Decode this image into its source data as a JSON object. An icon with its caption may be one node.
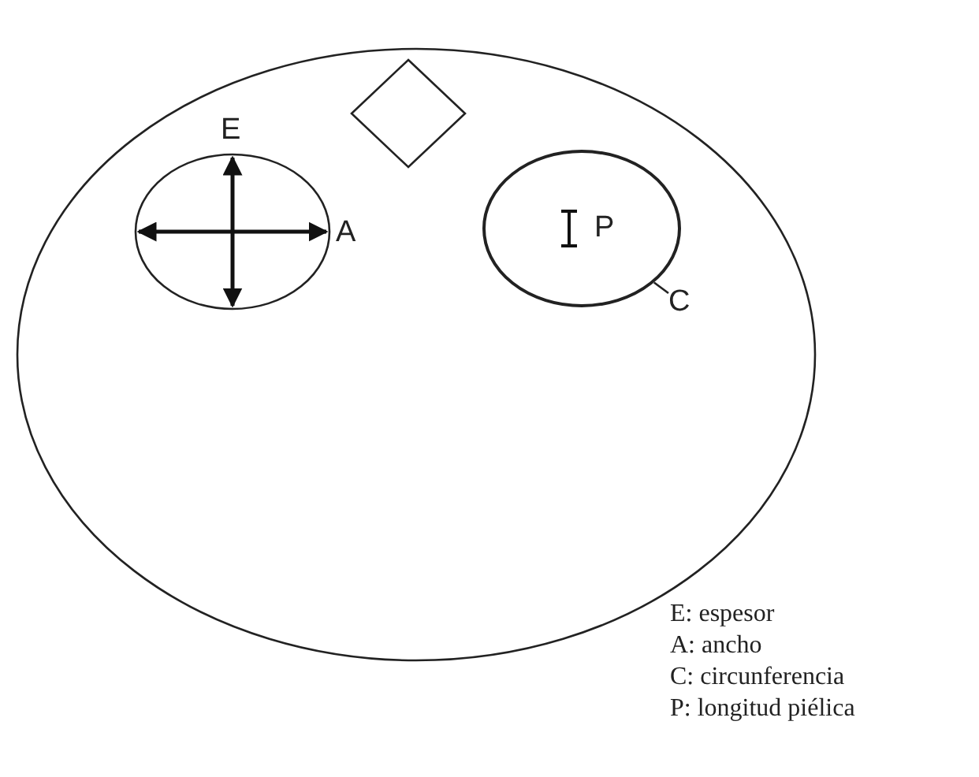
{
  "diagram": {
    "nodes": [
      {
        "text": [],
        "shape": "ellipse"
      },
      {
        "text": [],
        "shape": "diamond",
        "in": 0
      },
      {
        "text": [],
        "shape": "ellipse",
        "in": 0
      },
      {
        "text": [],
        "shape": "circle",
        "in": 0
      },
      {
        "text": [
          "C"
        ],
        "in": 0
      }
    ],
    "edges": [
      {
        "from": 4,
        "to": 3,
        "arrow": "none"
      }
    ],
    "labels": [
      "E",
      "A",
      "P",
      "E: espesor",
      "A: ancho",
      "C: circunferencia",
      "P: longitud piélica"
    ]
  }
}
